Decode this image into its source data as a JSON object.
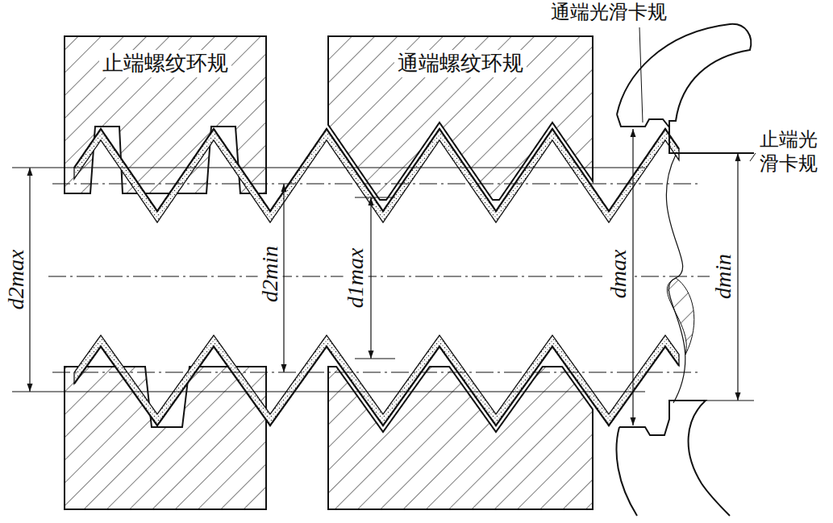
{
  "diagram": {
    "nodes": [
      {
        "text": [
          "止端螺纹环规"
        ]
      },
      {
        "text": [
          "通端螺纹环规"
        ]
      }
    ],
    "labels": [
      "通端光滑卡规",
      "止端光滑卡规",
      "d2max",
      "d2min",
      "d1max",
      "dmax",
      "dmin"
    ]
  }
}
